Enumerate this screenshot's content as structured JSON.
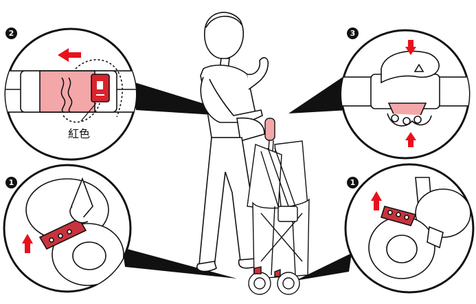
{
  "steps": {
    "top_left": "2",
    "top_right": "3",
    "bottom_left": "1",
    "bottom_right": "1"
  },
  "callout_label": "紅色",
  "colors": {
    "arrow": "#e8111b",
    "highlight": "#f4a7a9",
    "lever": "#c9333d",
    "badge": "#d9242e",
    "line": "#111111"
  },
  "icons": [
    "step-number-icon",
    "red-arrow-icon"
  ]
}
